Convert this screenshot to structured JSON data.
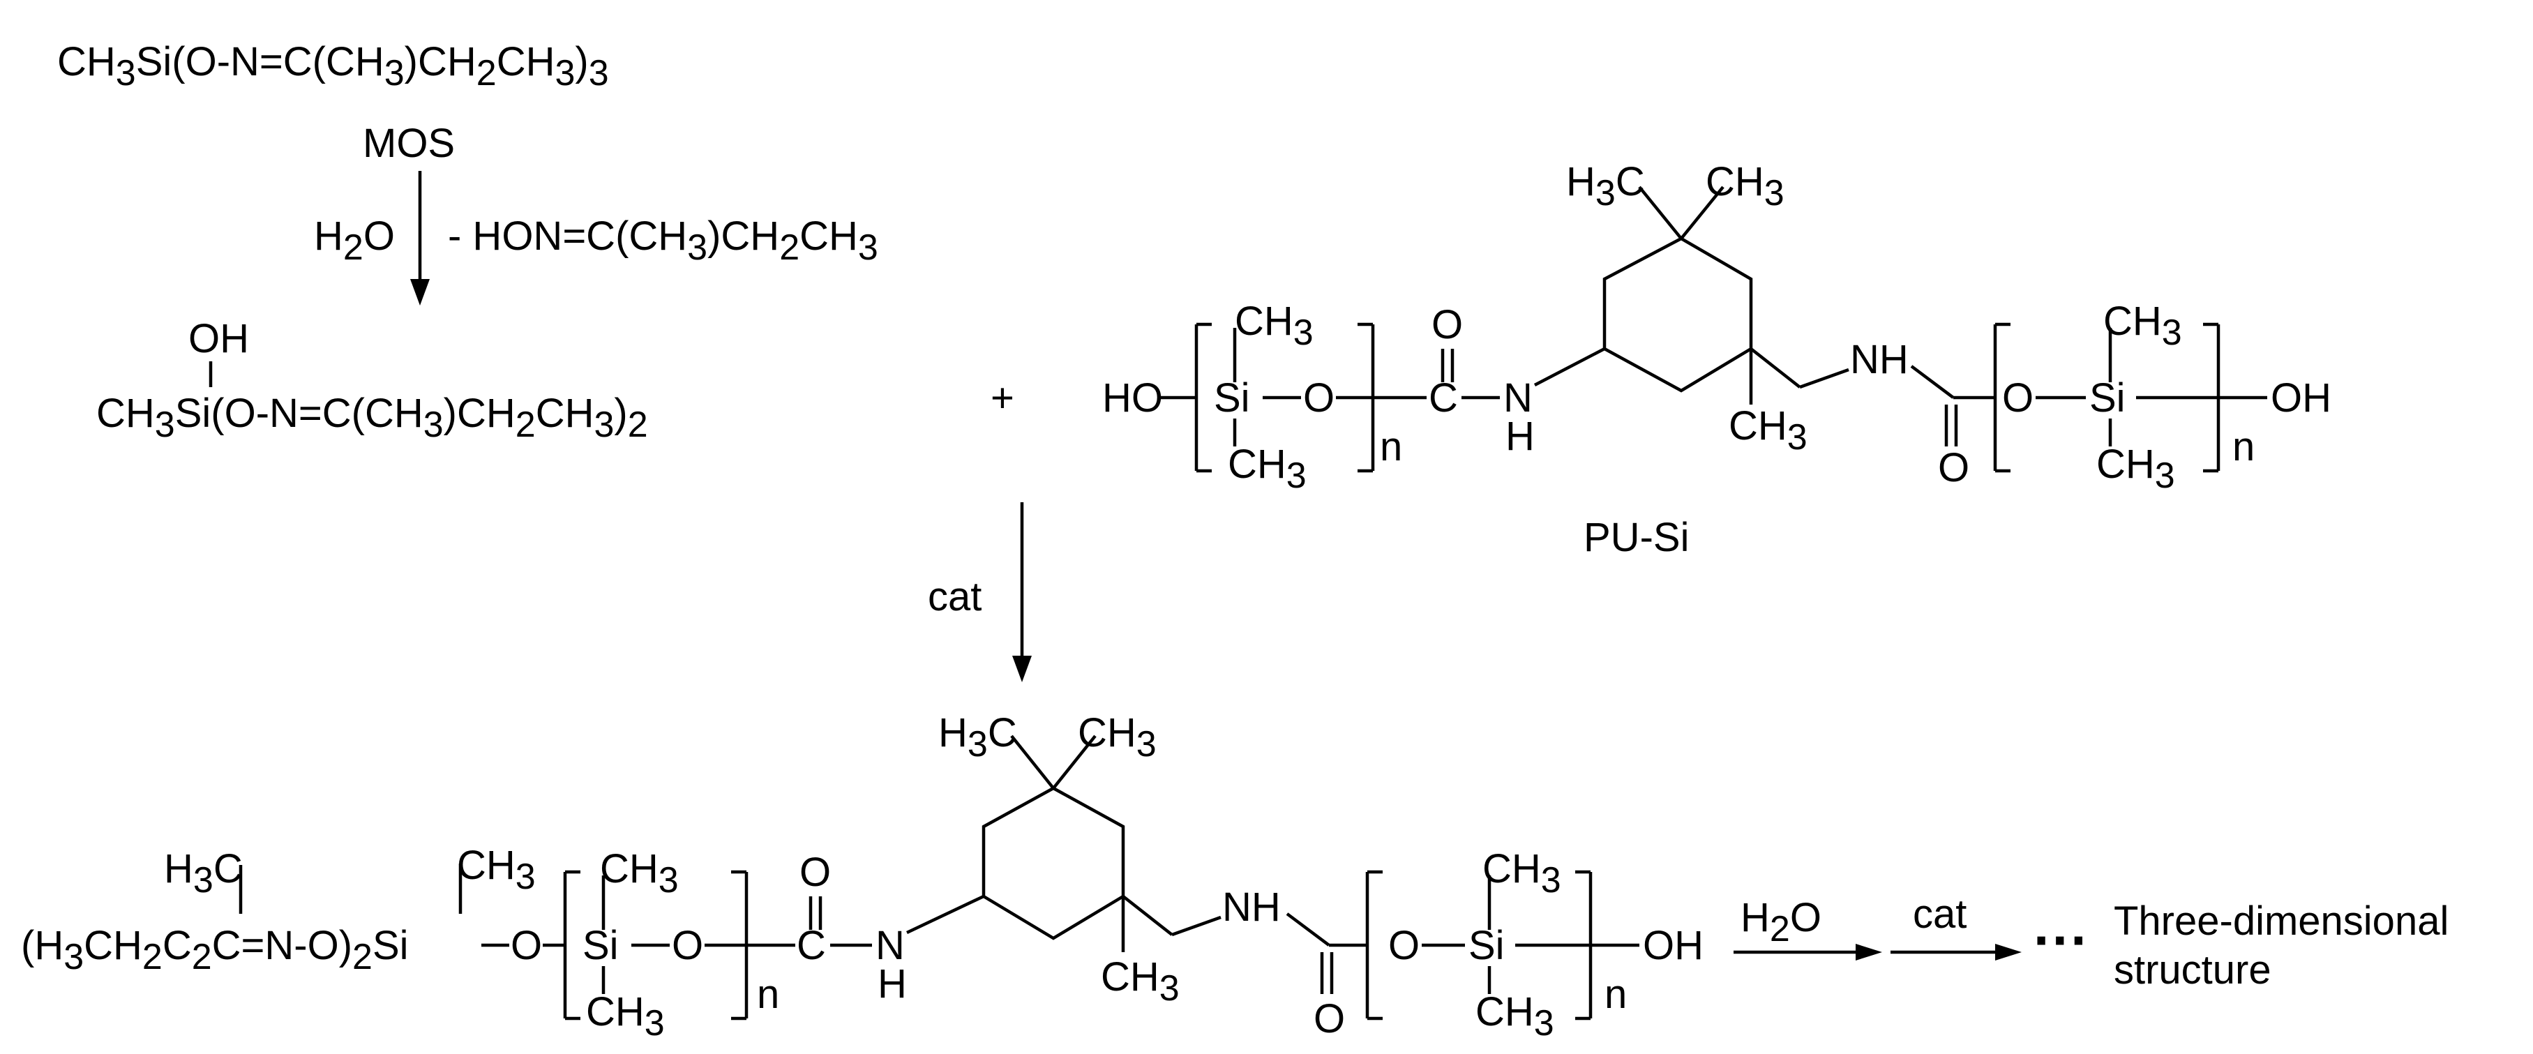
{
  "reactant": {
    "segments": [
      "CH",
      "3",
      "Si(O-N=C(CH",
      "3",
      ")CH",
      "2",
      "CH",
      "3",
      ")",
      "3"
    ]
  },
  "step1": {
    "catalyst": "MOS",
    "water": [
      "H",
      "2",
      "O"
    ],
    "byproduct": [
      "- HON=C(CH",
      "3",
      ")CH",
      "2",
      "CH",
      "3"
    ]
  },
  "intermediate": {
    "oh": "OH",
    "formula": [
      "CH",
      "3",
      "Si(O-N=C(CH",
      "3",
      ")CH",
      "2",
      "CH",
      "3",
      ")",
      "2"
    ]
  },
  "plus": "+",
  "pusi": {
    "name": "PU-Si",
    "ho": "HO",
    "oh": "OH",
    "si": "Si",
    "o": "O",
    "c": "C",
    "n": "N",
    "h": "H",
    "nh": "NH",
    "n_sub": "n",
    "ch": "CH",
    "three": "3"
  },
  "step2": {
    "catalyst": "cat"
  },
  "product": {
    "prefix": [
      "(H",
      "3",
      "CH",
      "2",
      "C",
      "2",
      "C=N-O)",
      "2",
      "Si"
    ],
    "methyl": [
      "H",
      "3",
      "C"
    ]
  },
  "final": {
    "water": [
      "H",
      "2",
      "O"
    ],
    "catalyst": "cat",
    "ellipsis": "···",
    "result_line1": "Three-dimensional",
    "result_line2": "structure"
  }
}
